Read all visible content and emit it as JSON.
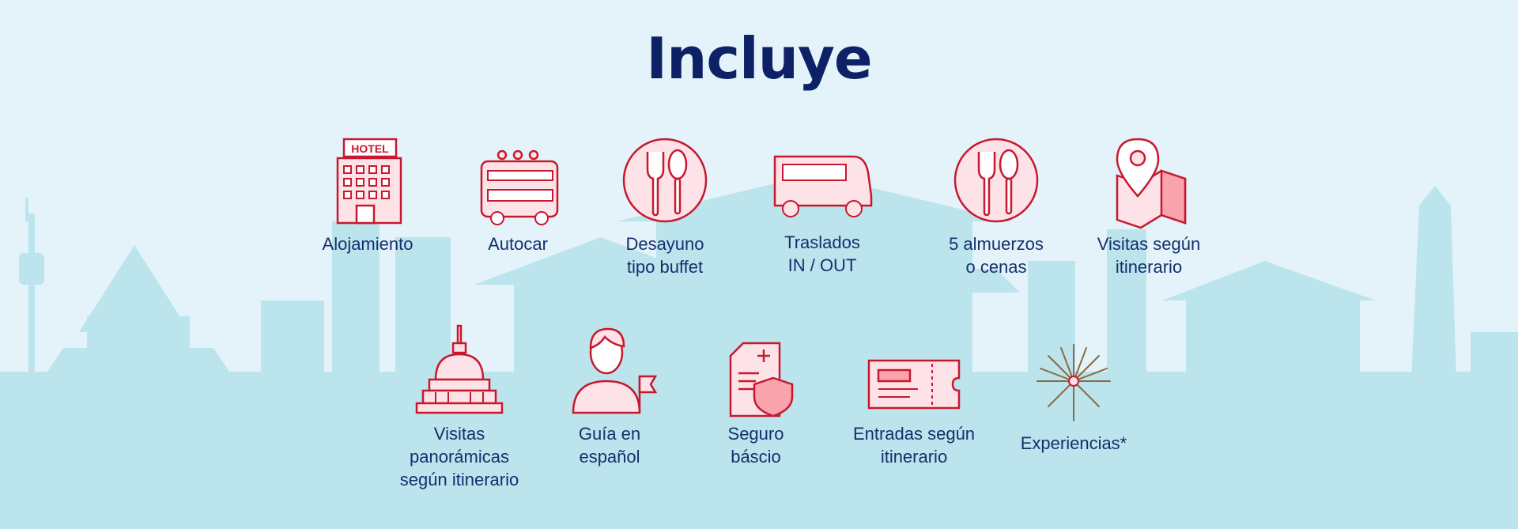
{
  "title": "Incluye",
  "colors": {
    "title": "#0d2266",
    "text": "#13306e",
    "icon_stroke": "#c8182f",
    "icon_fill": "#fde3e7",
    "skyline": "#bce4ec",
    "background": "#e4f3fa"
  },
  "hotel_sign": "HOTEL",
  "items": [
    {
      "label": "Alojamiento",
      "icon": "hotel-icon"
    },
    {
      "label": "Autocar",
      "icon": "double-decker-bus-icon"
    },
    {
      "label": "Desayuno\ntipo buffet",
      "icon": "fork-spoon-icon"
    },
    {
      "label": "Traslados\nIN / OUT",
      "icon": "bus-icon"
    },
    {
      "label": "5 almuerzos\no cenas",
      "icon": "fork-spoon-icon"
    },
    {
      "label": "Visitas según\nitinerario",
      "icon": "map-pin-icon"
    },
    {
      "label": "Visitas\npanorámicas\nsegún itinerario",
      "icon": "pagoda-icon"
    },
    {
      "label": "Guía en\nespañol",
      "icon": "tour-guide-icon"
    },
    {
      "label": "Seguro\nbáscio",
      "icon": "insurance-document-icon"
    },
    {
      "label": "Entradas según\nitinerario",
      "icon": "ticket-icon"
    },
    {
      "label": "Experiencias*",
      "icon": "fireworks-icon"
    }
  ]
}
